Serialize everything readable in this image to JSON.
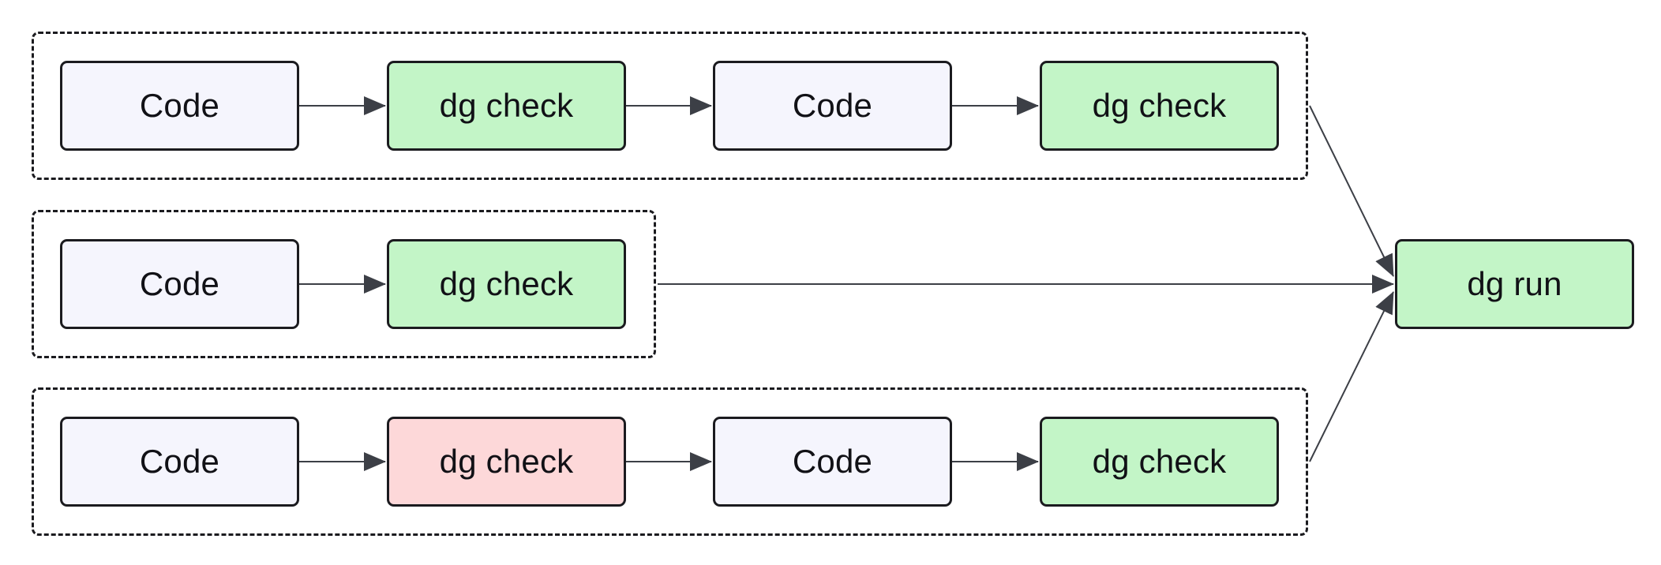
{
  "colors": {
    "code_fill": "#f5f5fd",
    "check_pass_fill": "#c3f5c7",
    "check_fail_fill": "#fdd8d9",
    "outline": "#1b1b1f",
    "edge": "#3c3f46"
  },
  "groups": [
    {
      "nodes": [
        {
          "label": "Code",
          "kind": "code"
        },
        {
          "label": "dg check",
          "kind": "pass"
        },
        {
          "label": "Code",
          "kind": "code"
        },
        {
          "label": "dg check",
          "kind": "pass"
        }
      ]
    },
    {
      "nodes": [
        {
          "label": "Code",
          "kind": "code"
        },
        {
          "label": "dg check",
          "kind": "pass"
        }
      ]
    },
    {
      "nodes": [
        {
          "label": "Code",
          "kind": "code"
        },
        {
          "label": "dg check",
          "kind": "fail"
        },
        {
          "label": "Code",
          "kind": "code"
        },
        {
          "label": "dg check",
          "kind": "pass"
        }
      ]
    }
  ],
  "final": {
    "label": "dg run",
    "kind": "pass"
  }
}
